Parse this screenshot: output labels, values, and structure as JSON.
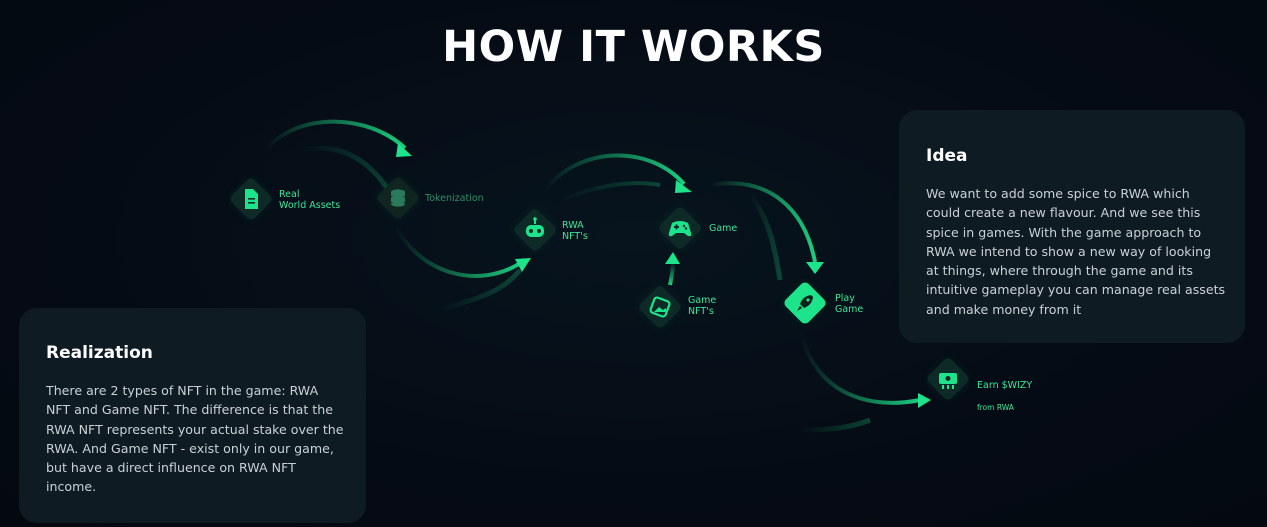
{
  "page_title": "HOW IT WORKS",
  "nodes": {
    "real_world_assets": "Real\nWorld Assets",
    "tokenization": "Tokenization",
    "rwa_nfts": "RWA\nNFT's",
    "game": "Game",
    "game_nfts": "Game\nNFT's",
    "play_game": "Play\nGame",
    "earn_main": "Earn $WIZY",
    "earn_sub": "from RWA"
  },
  "idea_card": {
    "title": "Idea",
    "body": "We want to add some spice to RWA which could create a new flavour. And we see this spice in games. With the game approach to RWA we intend to show a new way of looking at things, where through the game and its intuitive gameplay you can manage real assets and make money from it"
  },
  "realization_card": {
    "title": "Realization",
    "body": "There are 2 types of NFT in the game: RWA NFT and Game NFT. The difference is that the RWA NFT represents your actual stake over the RWA. And Game NFT - exist only in our game, but have a direct influence on RWA NFT income."
  },
  "colors": {
    "accent": "#1de38a",
    "background": "#050b15",
    "card": "#0f1b22"
  },
  "icons": [
    "document-icon",
    "coins-stack-icon",
    "robot-icon",
    "gamepad-icon",
    "picture-icon",
    "rocket-icon",
    "money-icon"
  ]
}
